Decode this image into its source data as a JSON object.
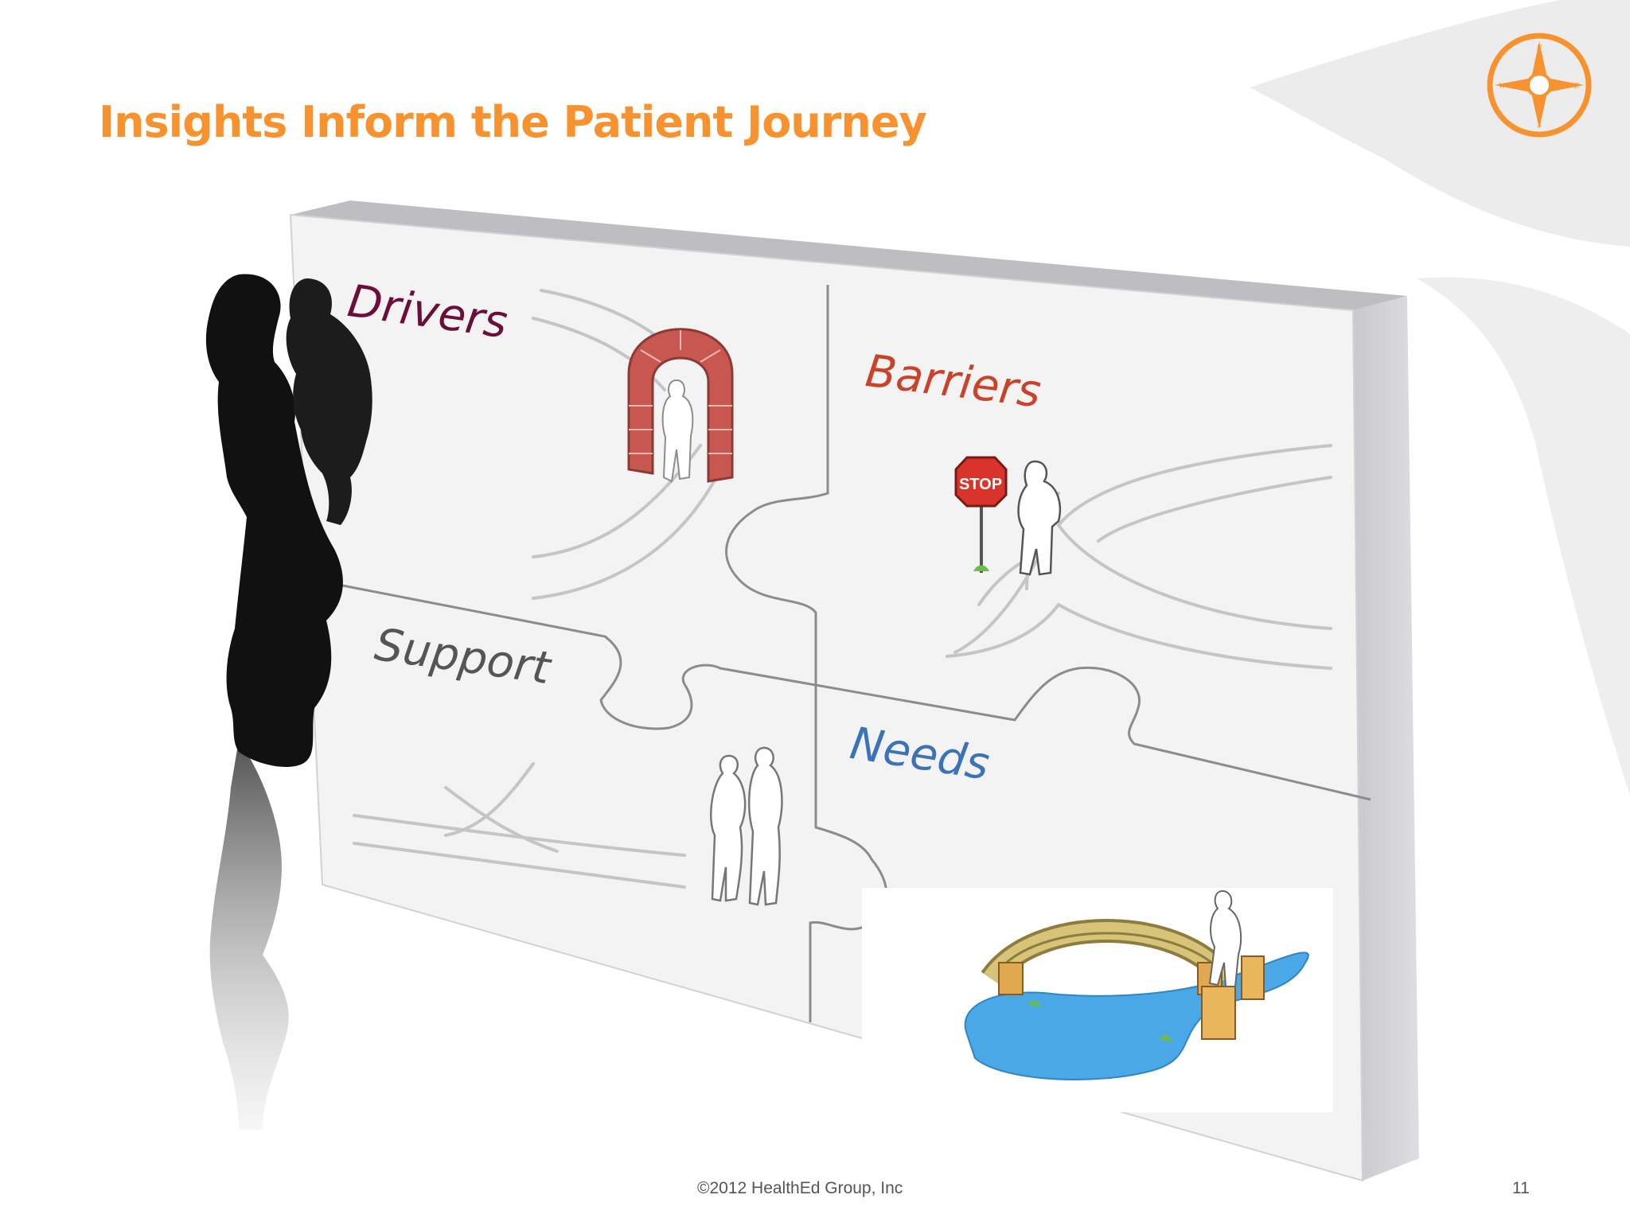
{
  "slide": {
    "title": "Insights Inform the Patient Journey",
    "footer": "©2012 HealthEd Group, Inc",
    "page_number": "11"
  },
  "compass": {
    "n": "N",
    "e": "E",
    "s": "S",
    "w": "W"
  },
  "puzzle_pieces": [
    {
      "label": "Drivers",
      "color": "#6b0f3a"
    },
    {
      "label": "Barriers",
      "color": "#c8432a"
    },
    {
      "label": "Support",
      "color": "#555555"
    },
    {
      "label": "Needs",
      "color": "#3a73b8"
    }
  ],
  "stop_sign": "STOP",
  "colors": {
    "title": "#f7922e",
    "compass": "#f7922e",
    "water": "#4aa8e6"
  }
}
